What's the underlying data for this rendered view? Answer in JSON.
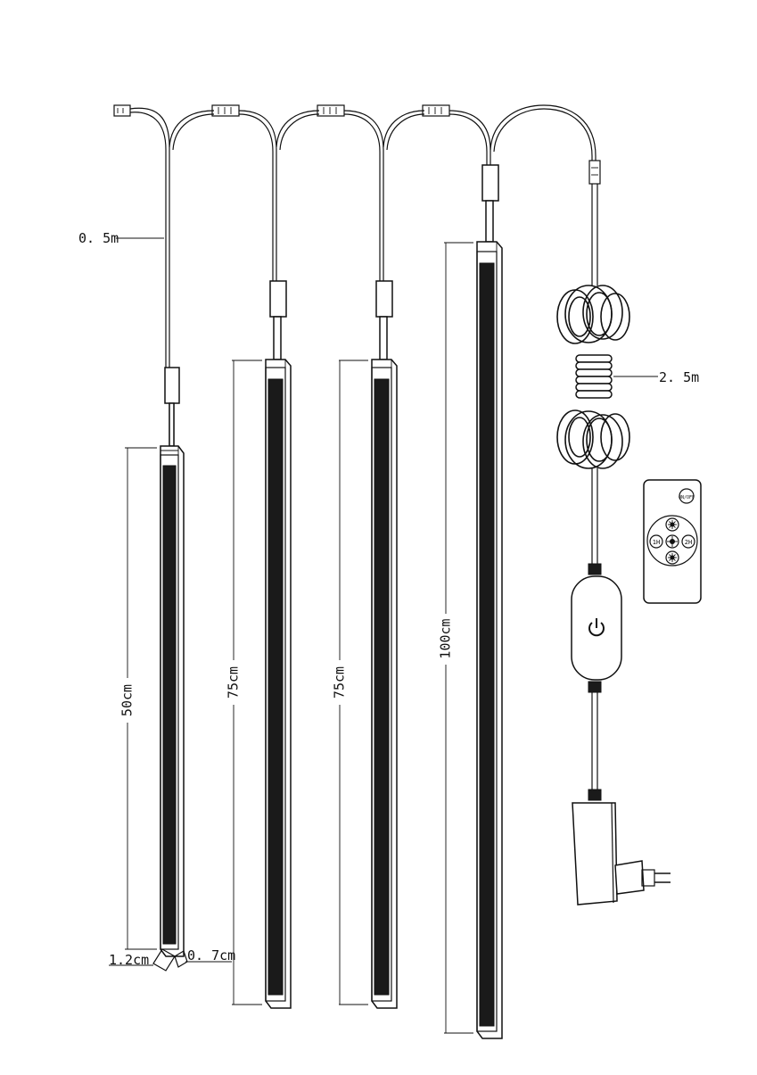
{
  "labels": {
    "cable_short": "0. 5m",
    "cable_long": "2. 5m",
    "bar_1_length": "50cm",
    "bar_2_length": "75cm",
    "bar_3_length": "75cm",
    "bar_4_length": "100cm",
    "width": "1.2cm",
    "depth": "0. 7cm"
  },
  "remote": {
    "on_off": "ON/OFF",
    "timer_1h": "1H",
    "timer_2h": "2H"
  },
  "icons": [
    "power-icon",
    "brightness-icon",
    "sun-icon"
  ],
  "colors": {
    "line": "#111111",
    "background": "#ffffff"
  }
}
